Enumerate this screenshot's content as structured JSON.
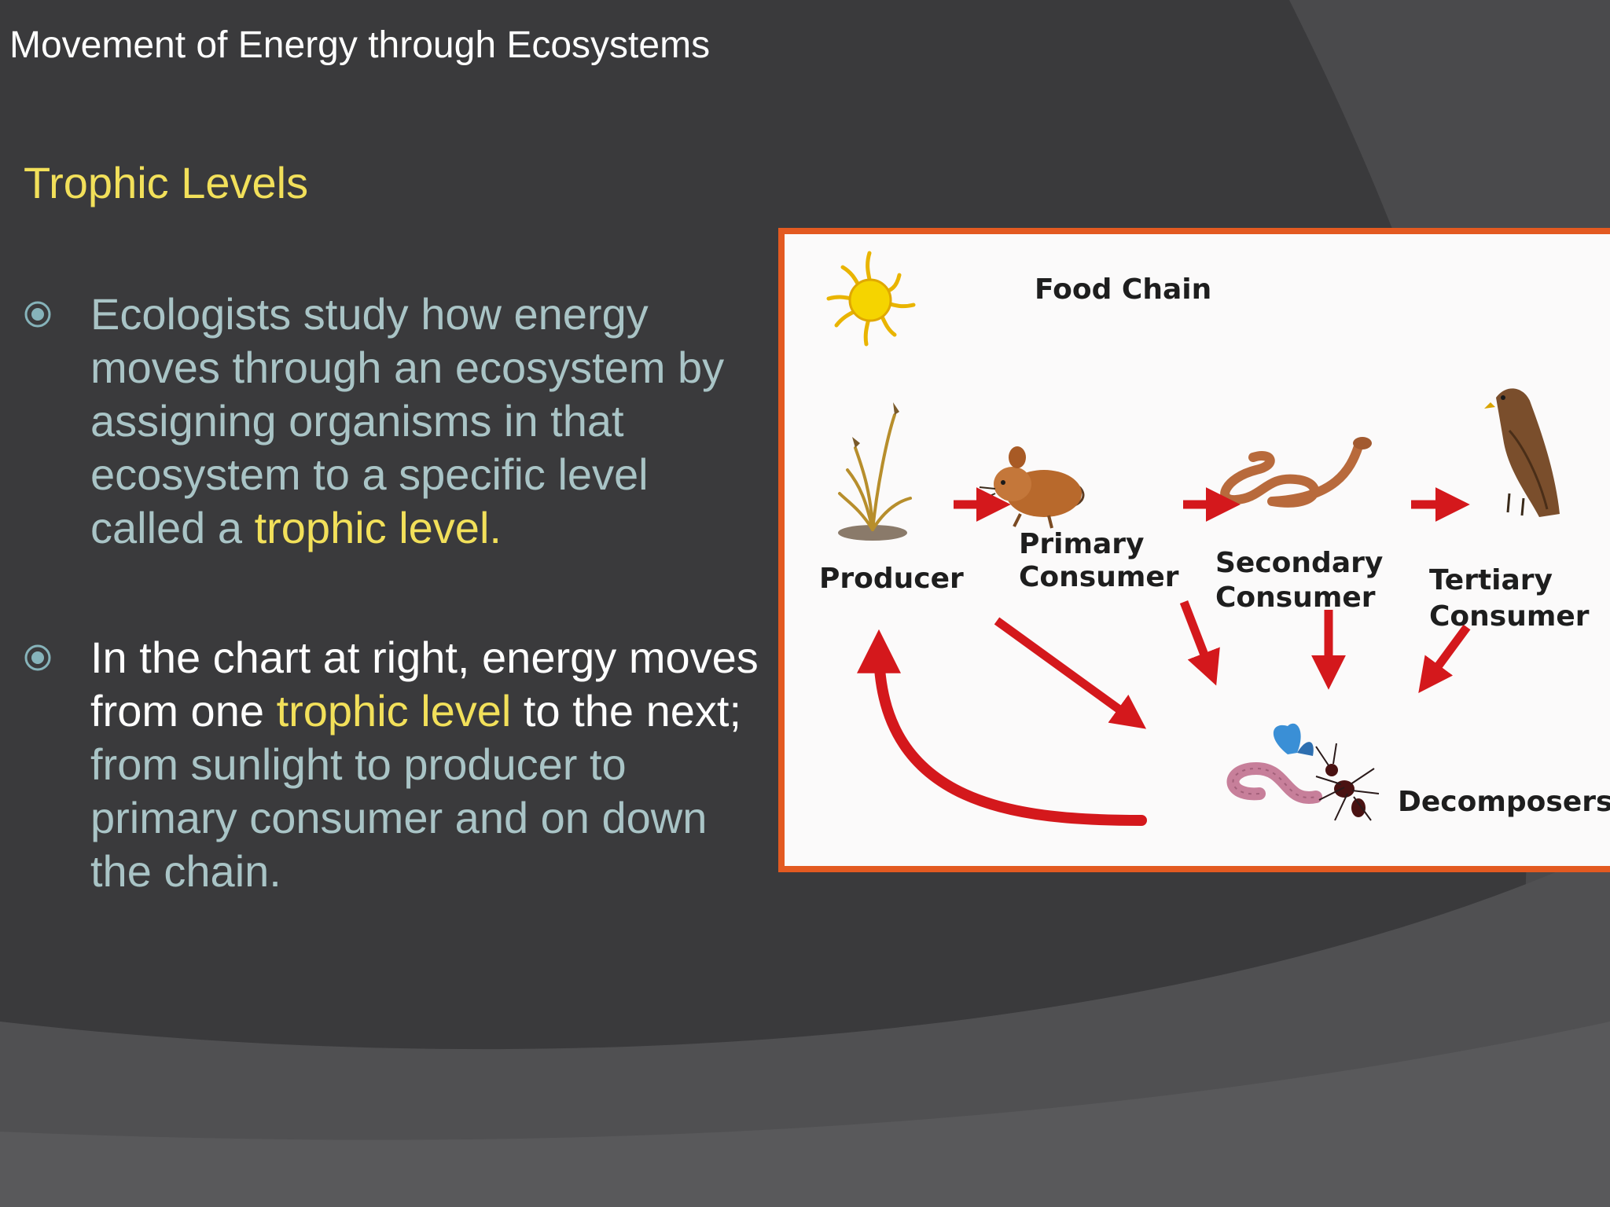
{
  "slide": {
    "title": "Movement of Energy through Ecosystems",
    "subtitle": "Trophic Levels",
    "bullets": [
      {
        "segments": [
          {
            "text": "Ecologists study how energy moves through an ecosystem by assigning organisms in that ecosystem to a specific level called a ",
            "style": "teal"
          },
          {
            "text": "trophic level.",
            "style": "yellow"
          }
        ]
      },
      {
        "segments": [
          {
            "text": "In the chart at right, energy moves from one ",
            "style": "white"
          },
          {
            "text": "trophic level",
            "style": "yellow"
          },
          {
            "text": " to the next; ",
            "style": "white"
          },
          {
            "text": "from sunlight to producer to primary consumer and on down the chain.",
            "style": "teal"
          }
        ]
      }
    ]
  },
  "figure": {
    "title": "Food Chain",
    "labels": {
      "producer": "Producer",
      "primary_1": "Primary",
      "primary_2": "Consumer",
      "secondary_1": "Secondary",
      "secondary_2": "Consumer",
      "tertiary_1": "Tertiary",
      "tertiary_2": "Consumer",
      "decomposers": "Decomposers"
    },
    "icons": [
      "sun-icon",
      "grass-icon",
      "mouse-icon",
      "snake-icon",
      "hawk-icon",
      "worm-icon",
      "butterfly-icon",
      "ant-icon"
    ]
  },
  "colors": {
    "background": "#3a3a3c",
    "title": "#ffffff",
    "accent_yellow": "#f2e05a",
    "body_teal": "#a9c4c6",
    "figure_border": "#e35a21",
    "arrow_red": "#d4181c"
  }
}
